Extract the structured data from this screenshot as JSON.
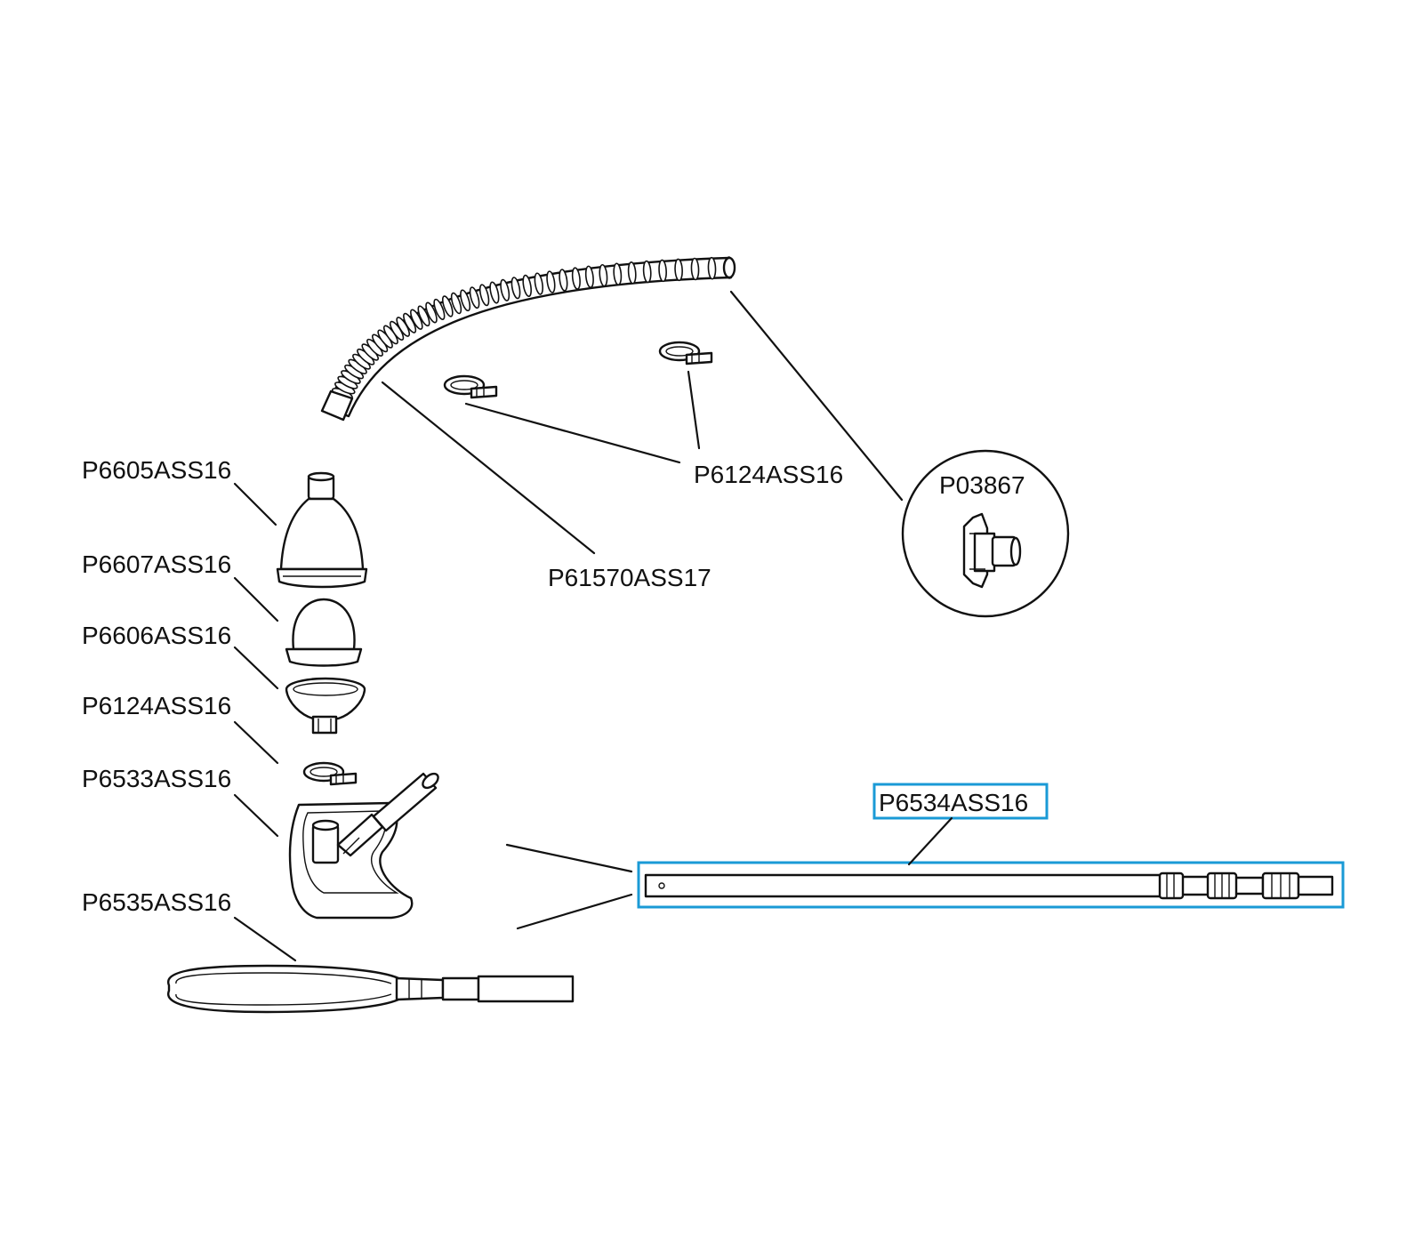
{
  "highlight_color": "#1a9ad6",
  "parts": {
    "skimmer_cover": "P6605ASS16",
    "skimmer_bag": "P6607ASS16",
    "skimmer_adapter": "P6606ASS16",
    "clamp_left": "P6124ASS16",
    "vacuum_head": "P6533ASS16",
    "leaf_net": "P6535ASS16",
    "clamp_top": "P6124ASS16",
    "hose": "P61570ASS17",
    "hose_adapter": "P03867",
    "telescopic_pole": "P6534ASS16"
  },
  "selected_part": "telescopic_pole",
  "icons": {
    "hose": "hose-icon",
    "clamp": "hose-clamp-icon",
    "adapter": "adapter-icon",
    "cover": "skimmer-cover-icon",
    "bag": "skimmer-bag-icon",
    "vacuum": "vacuum-head-icon",
    "net": "leaf-net-icon",
    "pole": "telescopic-pole-icon"
  }
}
